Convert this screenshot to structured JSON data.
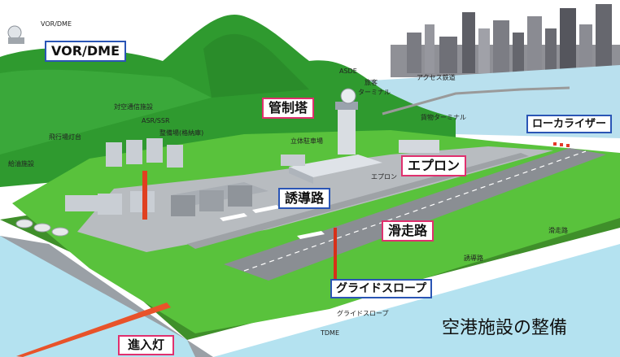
{
  "callouts": {
    "vor_dme": "VOR/DME",
    "control_tower": "管制塔",
    "apron": "エプロン",
    "taxiway": "誘導路",
    "runway": "滑走路",
    "localizer": "ローカライザー",
    "glide_slope": "グライドスロープ",
    "approach_lights": "進入灯"
  },
  "small_labels": {
    "vor_dme": "VOR/DME",
    "asde": "ASDE",
    "passenger_terminal_1": "旅客",
    "passenger_terminal_2": "ターミナル",
    "access_railway": "アクセス鉄道",
    "cargo_terminal": "貨物ターミナル",
    "comm_facility": "対空通信施設",
    "asr_ssr": "ASR/SSR",
    "hangar": "整備場(格納庫)",
    "flight_check": "飛行場灯台",
    "fuel_facility": "給油施設",
    "parking": "立体駐車場",
    "apron": "エプロン",
    "runway": "滑走路",
    "taxiway": "誘導路",
    "glide_slope": "グライドスロープ",
    "tdme": "TDME"
  },
  "caption": "空港施設の整備",
  "colors": {
    "sky": "#ffffff",
    "hill": "#2f9a2f",
    "grass": "#59c23c",
    "sea": "#b4e2f0",
    "runway": "#8a8e93",
    "label_border_red": "#e0306e",
    "label_border_blue": "#2a55b5"
  }
}
